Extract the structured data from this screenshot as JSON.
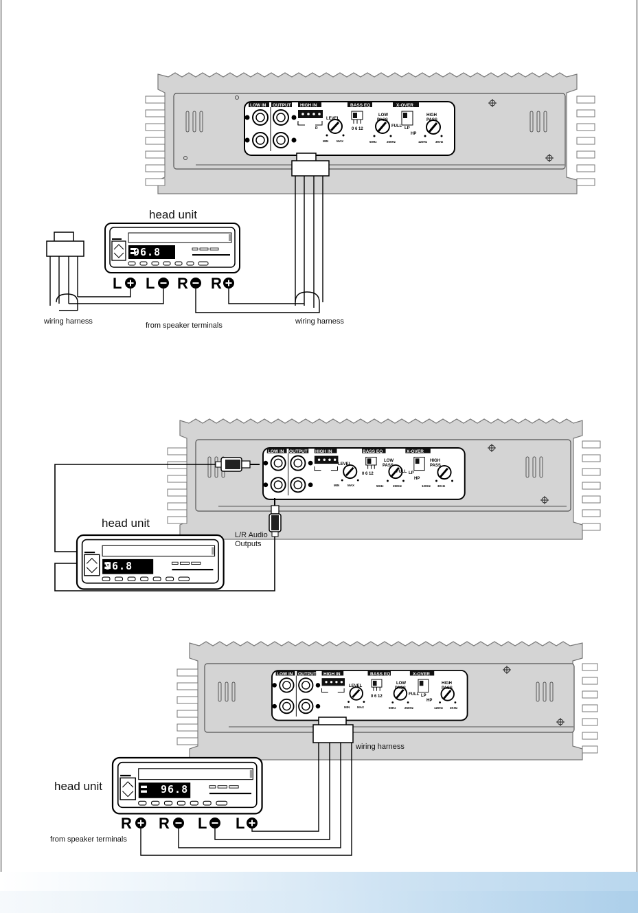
{
  "panel": {
    "low_in": "LOW IN",
    "output": "OUTPUT",
    "high_in": "HIGH IN",
    "bass_eq": "BASS EQ",
    "x_over": "X-OVER",
    "level": "LEVEL",
    "min": "MIN",
    "max": "MAX",
    "bass_values": "0 6 12",
    "low_pass_1": "LOW",
    "low_pass_2": "PASS",
    "high_pass_1": "HIGH",
    "high_pass_2": "PASS",
    "full": "FULL",
    "lp": "LP",
    "hp": "HP",
    "freq_50": "50Hz",
    "freq_250": "250Hz",
    "freq_120": "120Hz",
    "freq_3k": "3KHz",
    "ch_l": "L",
    "ch_r": "R"
  },
  "head_unit": {
    "label": "head unit",
    "display": "96.8"
  },
  "diagram1": {
    "terminals": [
      "L",
      "L",
      "R",
      "R"
    ],
    "wiring_harness_left": "wiring harness",
    "wiring_harness_right": "wiring harness",
    "from_speaker": "from speaker terminals"
  },
  "diagram2": {
    "audio_out_1": "L/R Audio",
    "audio_out_2": "Outputs"
  },
  "diagram3": {
    "terminals": [
      "R",
      "R",
      "L",
      "L"
    ],
    "wiring_harness": "wiring harness",
    "from_speaker": "from speaker terminals"
  }
}
